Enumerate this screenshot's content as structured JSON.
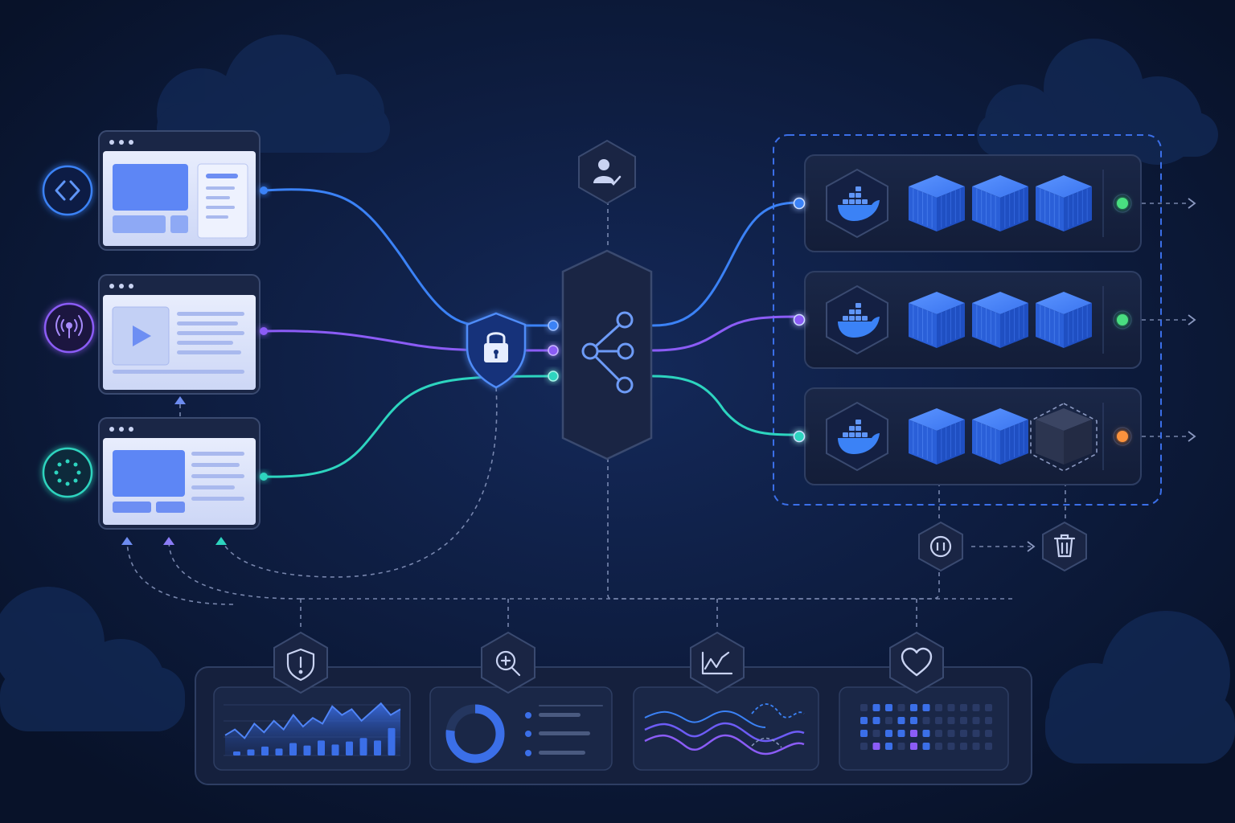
{
  "colors": {
    "background": "#0b1733",
    "background_glow": "#14295a",
    "cloud": "#132a57",
    "panel_fill": "#16223f",
    "panel_stroke": "#2e3e63",
    "window_fill": "#dfe6fb",
    "window_accent": "#5d86f5",
    "blue": "#3b82f6",
    "purple": "#8b5cf6",
    "teal": "#2dd4bf",
    "cube": "#2f6ae6",
    "status_green": "#4ade80",
    "status_orange": "#fb923c",
    "dashed": "#8a98c0"
  },
  "clients": [
    {
      "window_type": "dashboard",
      "badge_icon": "code-brackets-icon",
      "connector_color": "blue"
    },
    {
      "window_type": "video",
      "badge_icon": "broadcast-icon",
      "connector_color": "purple"
    },
    {
      "window_type": "dashboard",
      "badge_icon": "circular-dots-icon",
      "connector_color": "teal"
    }
  ],
  "gateway": {
    "security_icon": "lock-shield-icon",
    "router_icon": "share-network-icon",
    "auth_icon": "user-check-icon"
  },
  "services": [
    {
      "engine_icon": "docker-whale-icon",
      "container_count": 3,
      "pending_containers": 0,
      "status": "healthy",
      "status_color": "#4ade80"
    },
    {
      "engine_icon": "docker-whale-icon",
      "container_count": 3,
      "pending_containers": 0,
      "status": "healthy",
      "status_color": "#4ade80"
    },
    {
      "engine_icon": "docker-whale-icon",
      "container_count": 2,
      "pending_containers": 1,
      "status": "warning",
      "status_color": "#fb923c"
    }
  ],
  "lifecycle_actions": [
    {
      "icon": "pause-icon"
    },
    {
      "icon": "trash-icon"
    }
  ],
  "monitoring": [
    {
      "icon": "security-shield-icon",
      "panel": "area-bar-chart"
    },
    {
      "icon": "magnifier-plus-icon",
      "panel": "donut-list"
    },
    {
      "icon": "trend-line-icon",
      "panel": "wave-lines"
    },
    {
      "icon": "heart-icon",
      "panel": "dot-grid"
    }
  ]
}
